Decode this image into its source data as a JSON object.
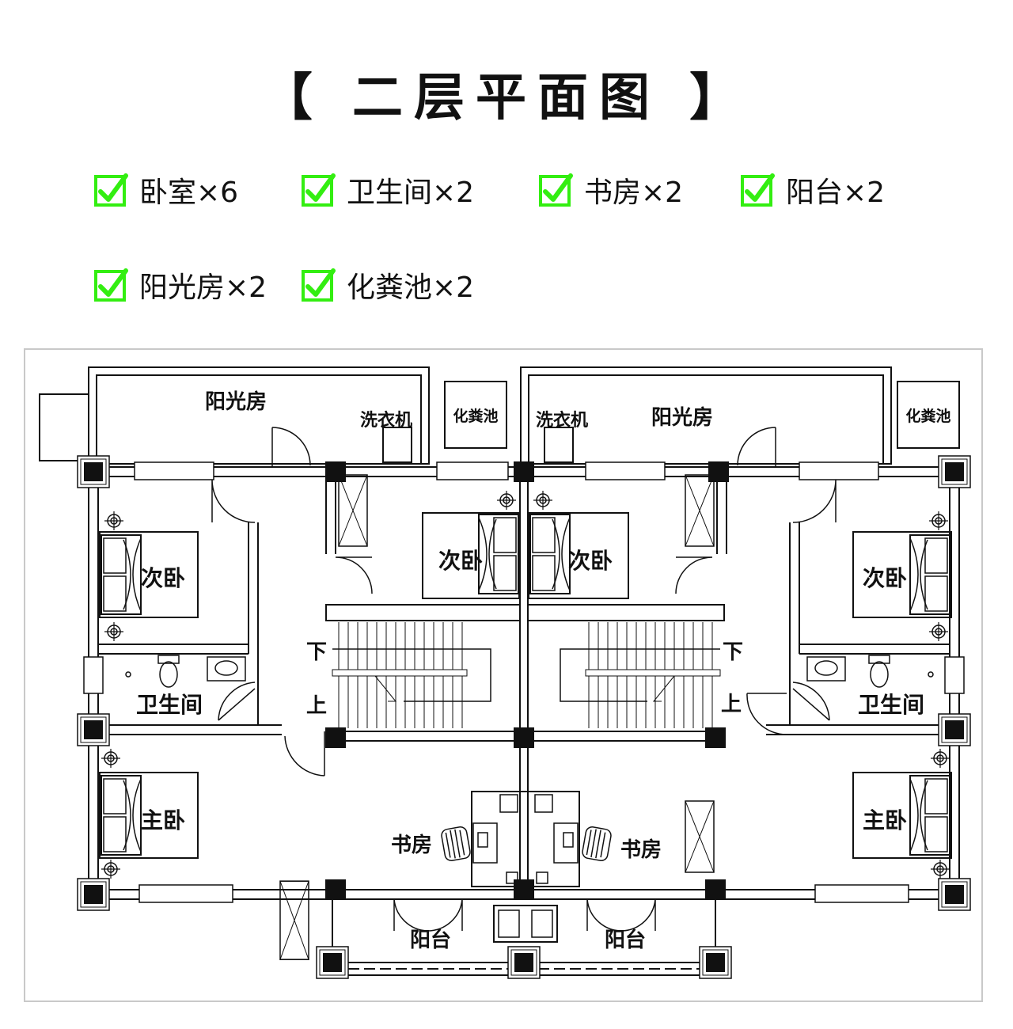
{
  "title": "【 二层平面图 】",
  "legend": [
    {
      "label": "卧室×6"
    },
    {
      "label": "卫生间×2"
    },
    {
      "label": "书房×2"
    },
    {
      "label": "阳台×2"
    },
    {
      "label": "阳光房×2"
    },
    {
      "label": "化粪池×2"
    }
  ],
  "colors": {
    "check": "#33ee11",
    "wall": "#111111",
    "frame": "#c9c9c9"
  },
  "rooms": {
    "sunroom_left": "阳光房",
    "sunroom_right": "阳光房",
    "washer_left": "洗衣机",
    "washer_right": "洗衣机",
    "septic_left": "化粪池",
    "septic_right": "化粪池",
    "bed2_left": "次卧",
    "bed2_center_left": "次卧",
    "bed2_center_right": "次卧",
    "bed2_right": "次卧",
    "bath_left": "卫生间",
    "bath_right": "卫生间",
    "master_left": "主卧",
    "master_right": "主卧",
    "study_left": "书房",
    "study_right": "书房",
    "balcony_left": "阳台",
    "balcony_right": "阳台",
    "down_left": "下",
    "up_left": "上",
    "down_right": "下",
    "up_right": "上"
  }
}
